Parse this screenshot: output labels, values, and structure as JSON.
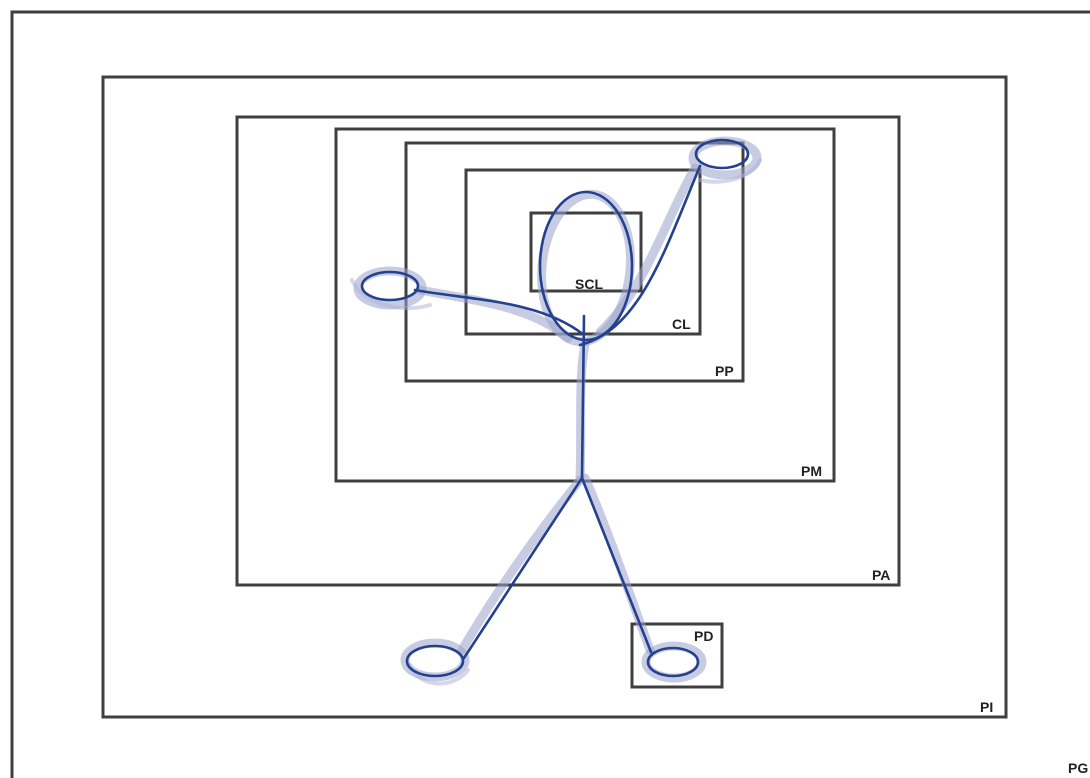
{
  "diagram": {
    "labels": {
      "pg": "PG",
      "pi": "PI",
      "pa": "PA",
      "pm": "PM",
      "pp": "PP",
      "cl": "CL",
      "scl": "SCL",
      "pd": "PD"
    },
    "colors": {
      "frame": "#3f3f3f",
      "figure_ink": "#24418d",
      "figure_halo": "#9aa3cc",
      "background": "#ffffff"
    }
  }
}
